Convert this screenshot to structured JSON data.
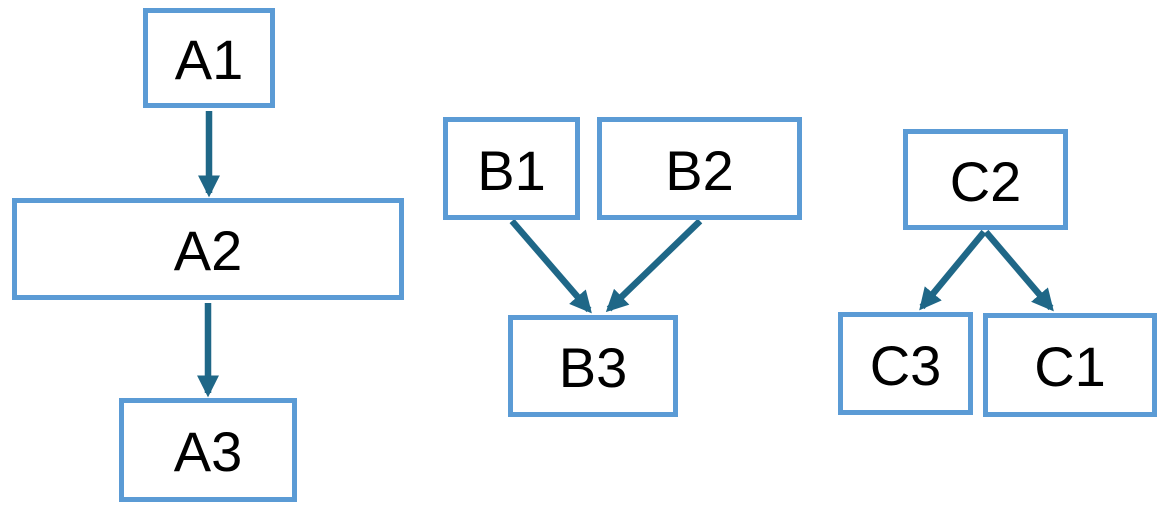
{
  "diagram": {
    "colors": {
      "box_border": "#5B9BD5",
      "box_fill": "#FFFFFF",
      "arrow": "#1F6787",
      "text": "#000000",
      "background": "#FFFFFF"
    },
    "nodes": {
      "A1": {
        "label": "A1"
      },
      "A2": {
        "label": "A2"
      },
      "A3": {
        "label": "A3"
      },
      "B1": {
        "label": "B1"
      },
      "B2": {
        "label": "B2"
      },
      "B3": {
        "label": "B3"
      },
      "C2": {
        "label": "C2"
      },
      "C3": {
        "label": "C3"
      },
      "C1": {
        "label": "C1"
      }
    },
    "edges": [
      {
        "from": "A1",
        "to": "A2"
      },
      {
        "from": "A2",
        "to": "A3"
      },
      {
        "from": "B1",
        "to": "B3"
      },
      {
        "from": "B2",
        "to": "B3"
      },
      {
        "from": "C2",
        "to": "C3"
      },
      {
        "from": "C2",
        "to": "C1"
      }
    ]
  }
}
